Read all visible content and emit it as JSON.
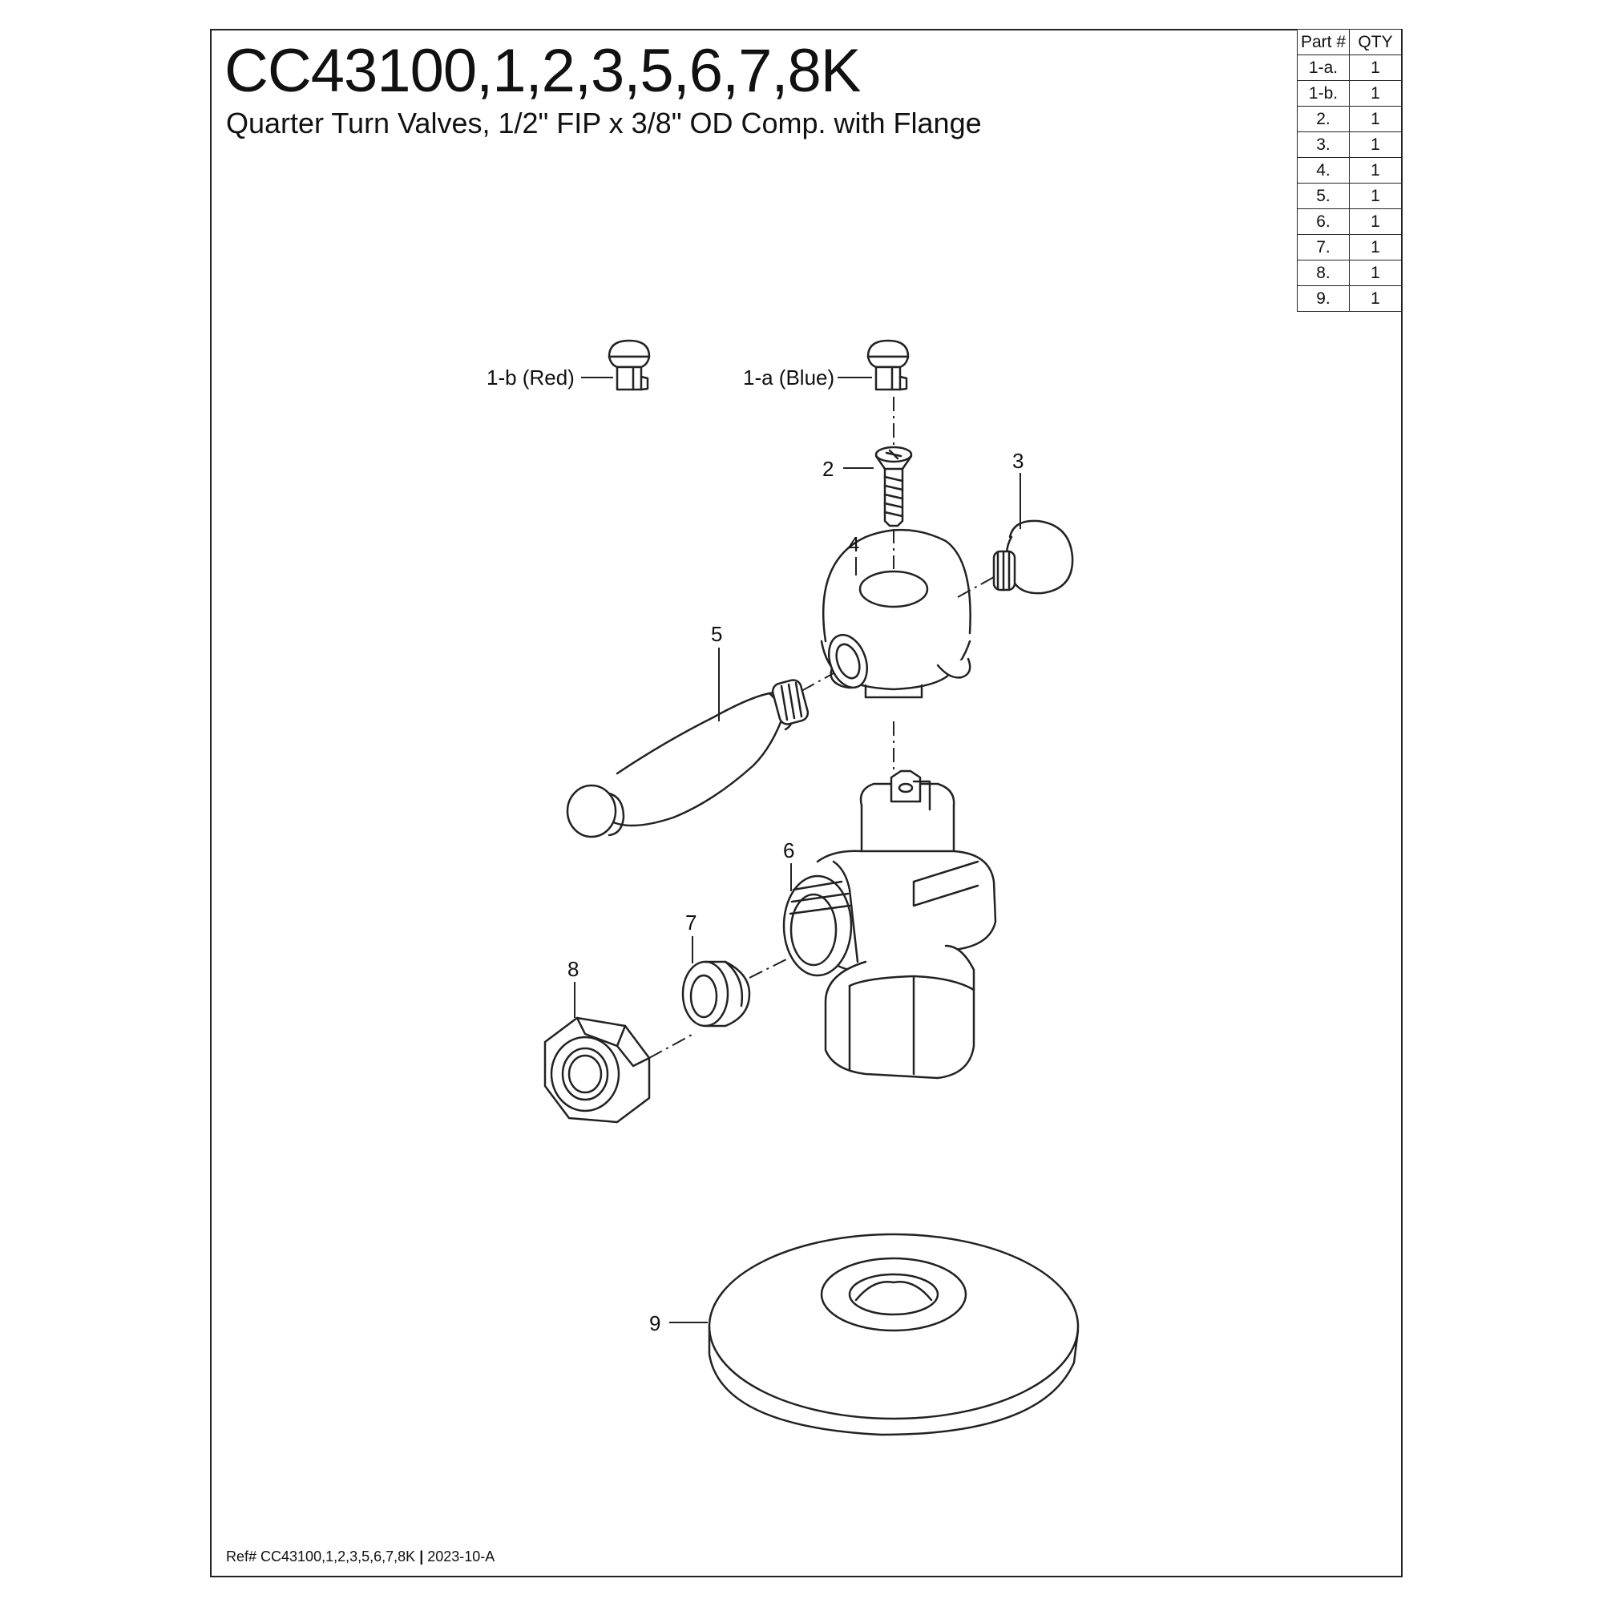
{
  "header": {
    "title": "CC43100,1,2,3,5,6,7,8K",
    "subtitle": "Quarter Turn Valves, 1/2\" FIP x 3/8\" OD Comp. with Flange"
  },
  "parts_table": {
    "headers": [
      "Part #",
      "QTY"
    ],
    "rows": [
      [
        "1-a.",
        "1"
      ],
      [
        "1-b.",
        "1"
      ],
      [
        "2.",
        "1"
      ],
      [
        "3.",
        "1"
      ],
      [
        "4.",
        "1"
      ],
      [
        "5.",
        "1"
      ],
      [
        "6.",
        "1"
      ],
      [
        "7.",
        "1"
      ],
      [
        "8.",
        "1"
      ],
      [
        "9.",
        "1"
      ]
    ]
  },
  "callouts": {
    "p1b": "1-b (Red)",
    "p1a": "1-a (Blue)",
    "p2": "2",
    "p3": "3",
    "p4": "4",
    "p5": "5",
    "p6": "6",
    "p7": "7",
    "p8": "8",
    "p9": "9"
  },
  "footer": {
    "ref": "Ref# CC43100,1,2,3,5,6,7,8K",
    "separator": "|",
    "revision": "2023-10-A"
  }
}
